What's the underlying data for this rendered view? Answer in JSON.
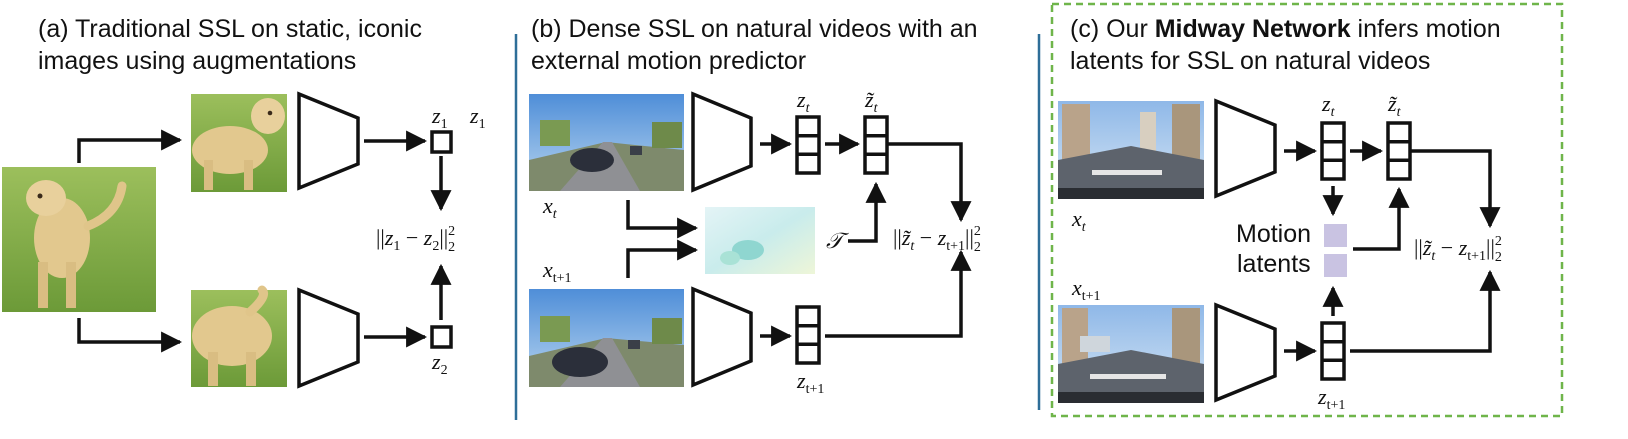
{
  "panel_a": {
    "caption_line1": "(a) Traditional SSL on static, iconic",
    "caption_line2": "images using augmentations",
    "z1": "z",
    "z1_sub": "1",
    "z1_side": "z",
    "z1_side_sub": "1",
    "z2": "z",
    "z2_sub": "2",
    "loss_open": "||",
    "loss_a_var": "z",
    "loss_a_sub": "1",
    "loss_minus": " − ",
    "loss_b_var": "z",
    "loss_b_sub": "2",
    "loss_close": "||",
    "loss_sub": "2",
    "loss_sup": "2"
  },
  "panel_b": {
    "caption_line1": "(b) Dense SSL on natural videos with an",
    "caption_line2": "external motion predictor",
    "x_t": "x",
    "x_t_sub": "t",
    "x_t1": "x",
    "x_t1_sub": "t+1",
    "z_t": "z",
    "z_t_sub": "t",
    "z_tilde": "z̃",
    "z_tilde_sub": "t",
    "z_t1": "z",
    "z_t1_sub": "t+1",
    "flow_symbol": "𝒯",
    "loss_open": "||",
    "loss_a_var": "z̃",
    "loss_a_sub": "t",
    "loss_minus": " − ",
    "loss_b_var": "z",
    "loss_b_sub": "t+1",
    "loss_close": "||",
    "loss_sub": "2",
    "loss_sup": "2"
  },
  "panel_c": {
    "caption_prefix": "(c) Our ",
    "caption_bold": "Midway Network",
    "caption_suffix": " infers motion",
    "caption_line2": "latents for SSL on natural videos",
    "x_t": "x",
    "x_t_sub": "t",
    "x_t1": "x",
    "x_t1_sub": "t+1",
    "z_t": "z",
    "z_t_sub": "t",
    "z_tilde": "z̃",
    "z_tilde_sub": "t",
    "z_t1": "z",
    "z_t1_sub": "t+1",
    "motion_label_1": "Motion",
    "motion_label_2": "latents",
    "loss_open": "||",
    "loss_a_var": "z̃",
    "loss_a_sub": "t",
    "loss_minus": " − ",
    "loss_b_var": "z",
    "loss_b_sub": "t+1",
    "loss_close": "||",
    "loss_sub": "2",
    "loss_sup": "2"
  },
  "colors": {
    "divider": "#2e6e98",
    "highlight_border": "#6fb54a",
    "motion_latent": "#c9c3e2",
    "ink": "#111111"
  }
}
